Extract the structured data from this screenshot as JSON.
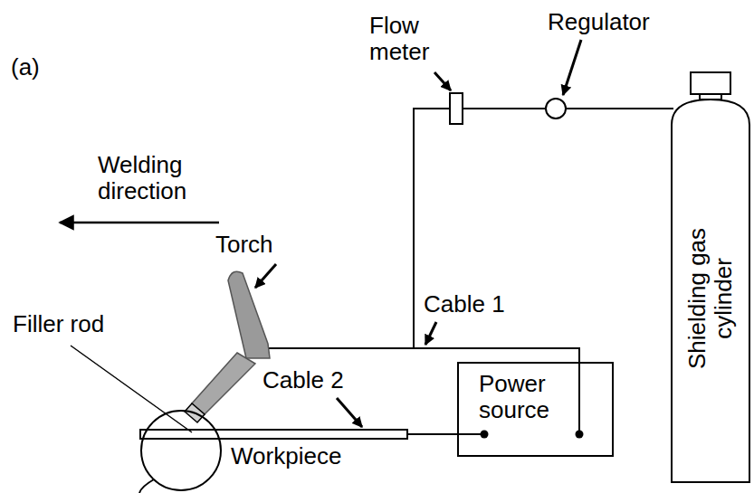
{
  "diagram": {
    "nodes": [
      {
        "text": [
          "Power source"
        ]
      },
      {
        "text": [
          "Shielding gas cylinder"
        ]
      }
    ],
    "labels": [
      "(a)",
      "Flow meter",
      "Regulator",
      "Welding direction",
      "Torch",
      "Cable 1",
      "Filler rod",
      "Cable 2",
      "Workpiece"
    ]
  }
}
